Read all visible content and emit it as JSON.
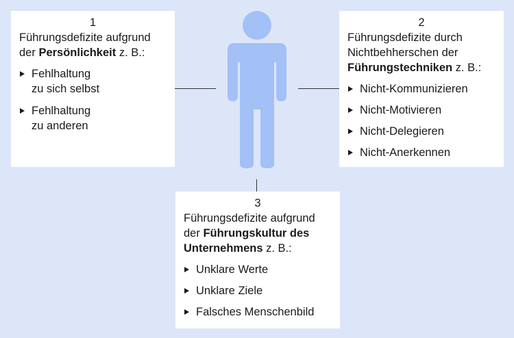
{
  "box1": {
    "number": "1",
    "line1": "Führungsdefizite aufgrund",
    "line2_prefix": "der ",
    "line2_bold": "Persönlichkeit",
    "line2_suffix": " z. B.:",
    "items": [
      {
        "line1": "Fehlhaltung",
        "line2": "zu sich selbst"
      },
      {
        "line1": "Fehlhaltung",
        "line2": "zu anderen"
      }
    ]
  },
  "box2": {
    "number": "2",
    "line1": "Führungsdefizite durch",
    "line2": "Nichtbehherschen der",
    "line3_bold": "Führungstechniken",
    "line3_suffix": " z. B.:",
    "items": [
      "Nicht-Kommunizieren",
      "Nicht-Motivieren",
      "Nicht-Delegieren",
      "Nicht-Anerkennen"
    ]
  },
  "box3": {
    "number": "3",
    "line1": "Führungsdefizite aufgrund",
    "line2_prefix": "der ",
    "line2_bold": "Führungskultur des",
    "line3_bold": "Unternehmens",
    "line3_suffix": " z. B.:",
    "items": [
      "Unklare Werte",
      "Unklare Ziele",
      "Falsches Menschenbild"
    ]
  },
  "colors": {
    "background": "#dce6f8",
    "box": "#ffffff",
    "figure": "#a3c0f7",
    "connector": "#333333"
  },
  "icons": {
    "figure": "person-silhouette-icon",
    "bullet": "triangle-bullet-icon"
  }
}
